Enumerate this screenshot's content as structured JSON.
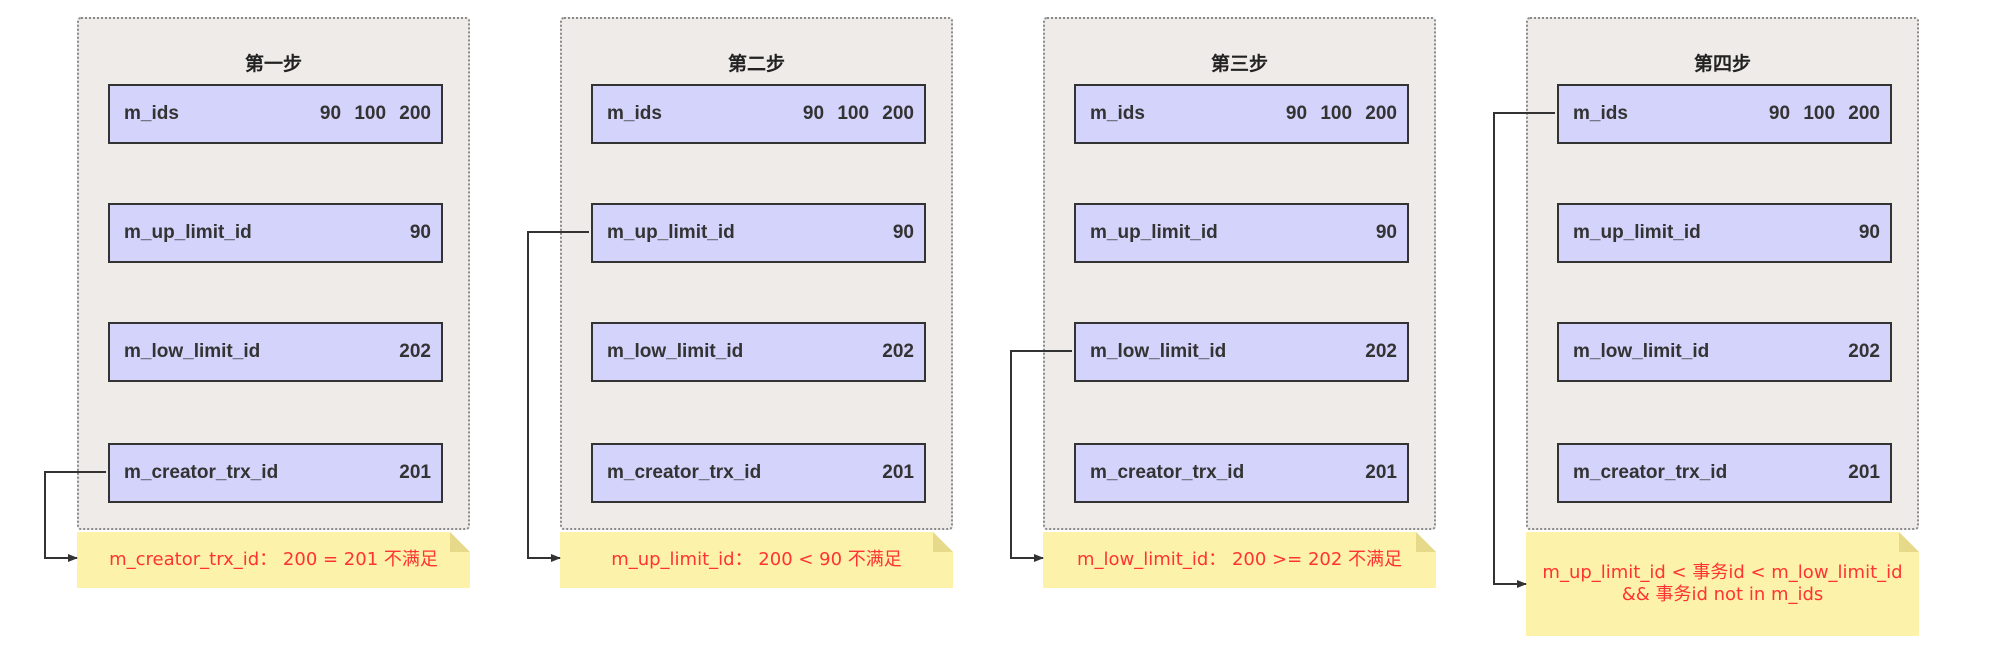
{
  "fields": [
    "m_ids",
    "m_up_limit_id",
    "m_low_limit_id",
    "m_creator_trx_id"
  ],
  "steps": [
    {
      "title": "第一步",
      "values": [
        "90  100  200",
        "90",
        "202",
        "201"
      ],
      "note": [
        "m_creator_trx_id： 200 = 201 不满足"
      ]
    },
    {
      "title": "第二步",
      "values": [
        "90  100  200",
        "90",
        "202",
        "201"
      ],
      "note": [
        "m_up_limit_id： 200 < 90 不满足"
      ]
    },
    {
      "title": "第三步",
      "values": [
        "90  100  200",
        "90",
        "202",
        "201"
      ],
      "note": [
        "m_low_limit_id： 200 >= 202 不满足"
      ]
    },
    {
      "title": "第四步",
      "values": [
        "90  100  200",
        "90",
        "202",
        "201"
      ],
      "note": [
        "m_up_limit_id < 事务id < m_low_limit_id",
        "&& 事务id not in m_ids"
      ]
    }
  ],
  "colors": {
    "panel": "#efebe9",
    "field": "#d3d3fb",
    "note": "#fdf2a9",
    "note_text": "#ff3333"
  }
}
